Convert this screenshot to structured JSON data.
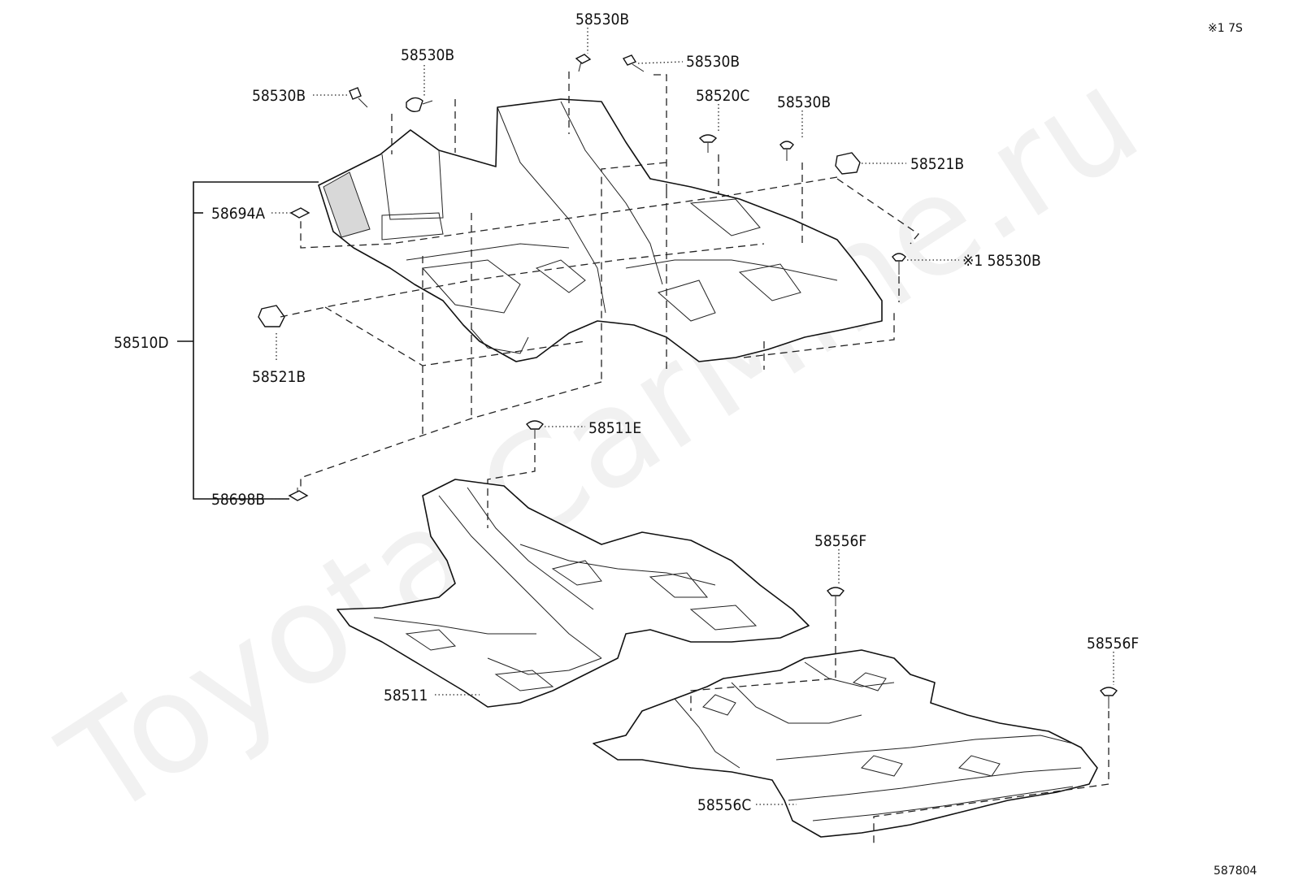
{
  "corner_note": "※1 7S",
  "diagram_number": "587804",
  "watermark": "Toyota-CarMine.ru",
  "labels": {
    "l_58530b_top": "58530B",
    "l_58530b_upper_left": "58530B",
    "l_58530b_upper_right": "58530B",
    "l_58530b_left": "58530B",
    "l_58520c": "58520C",
    "l_58530b_mid": "58530B",
    "l_58521b_right": "58521B",
    "l_58694a": "58694A",
    "l_58530b_note": "※1 58530B",
    "l_58510d": "58510D",
    "l_58521b_left": "58521B",
    "l_58511e": "58511E",
    "l_58698b": "58698B",
    "l_58556f_mid": "58556F",
    "l_58556f_right": "58556F",
    "l_58511": "58511",
    "l_58556c": "58556C"
  }
}
